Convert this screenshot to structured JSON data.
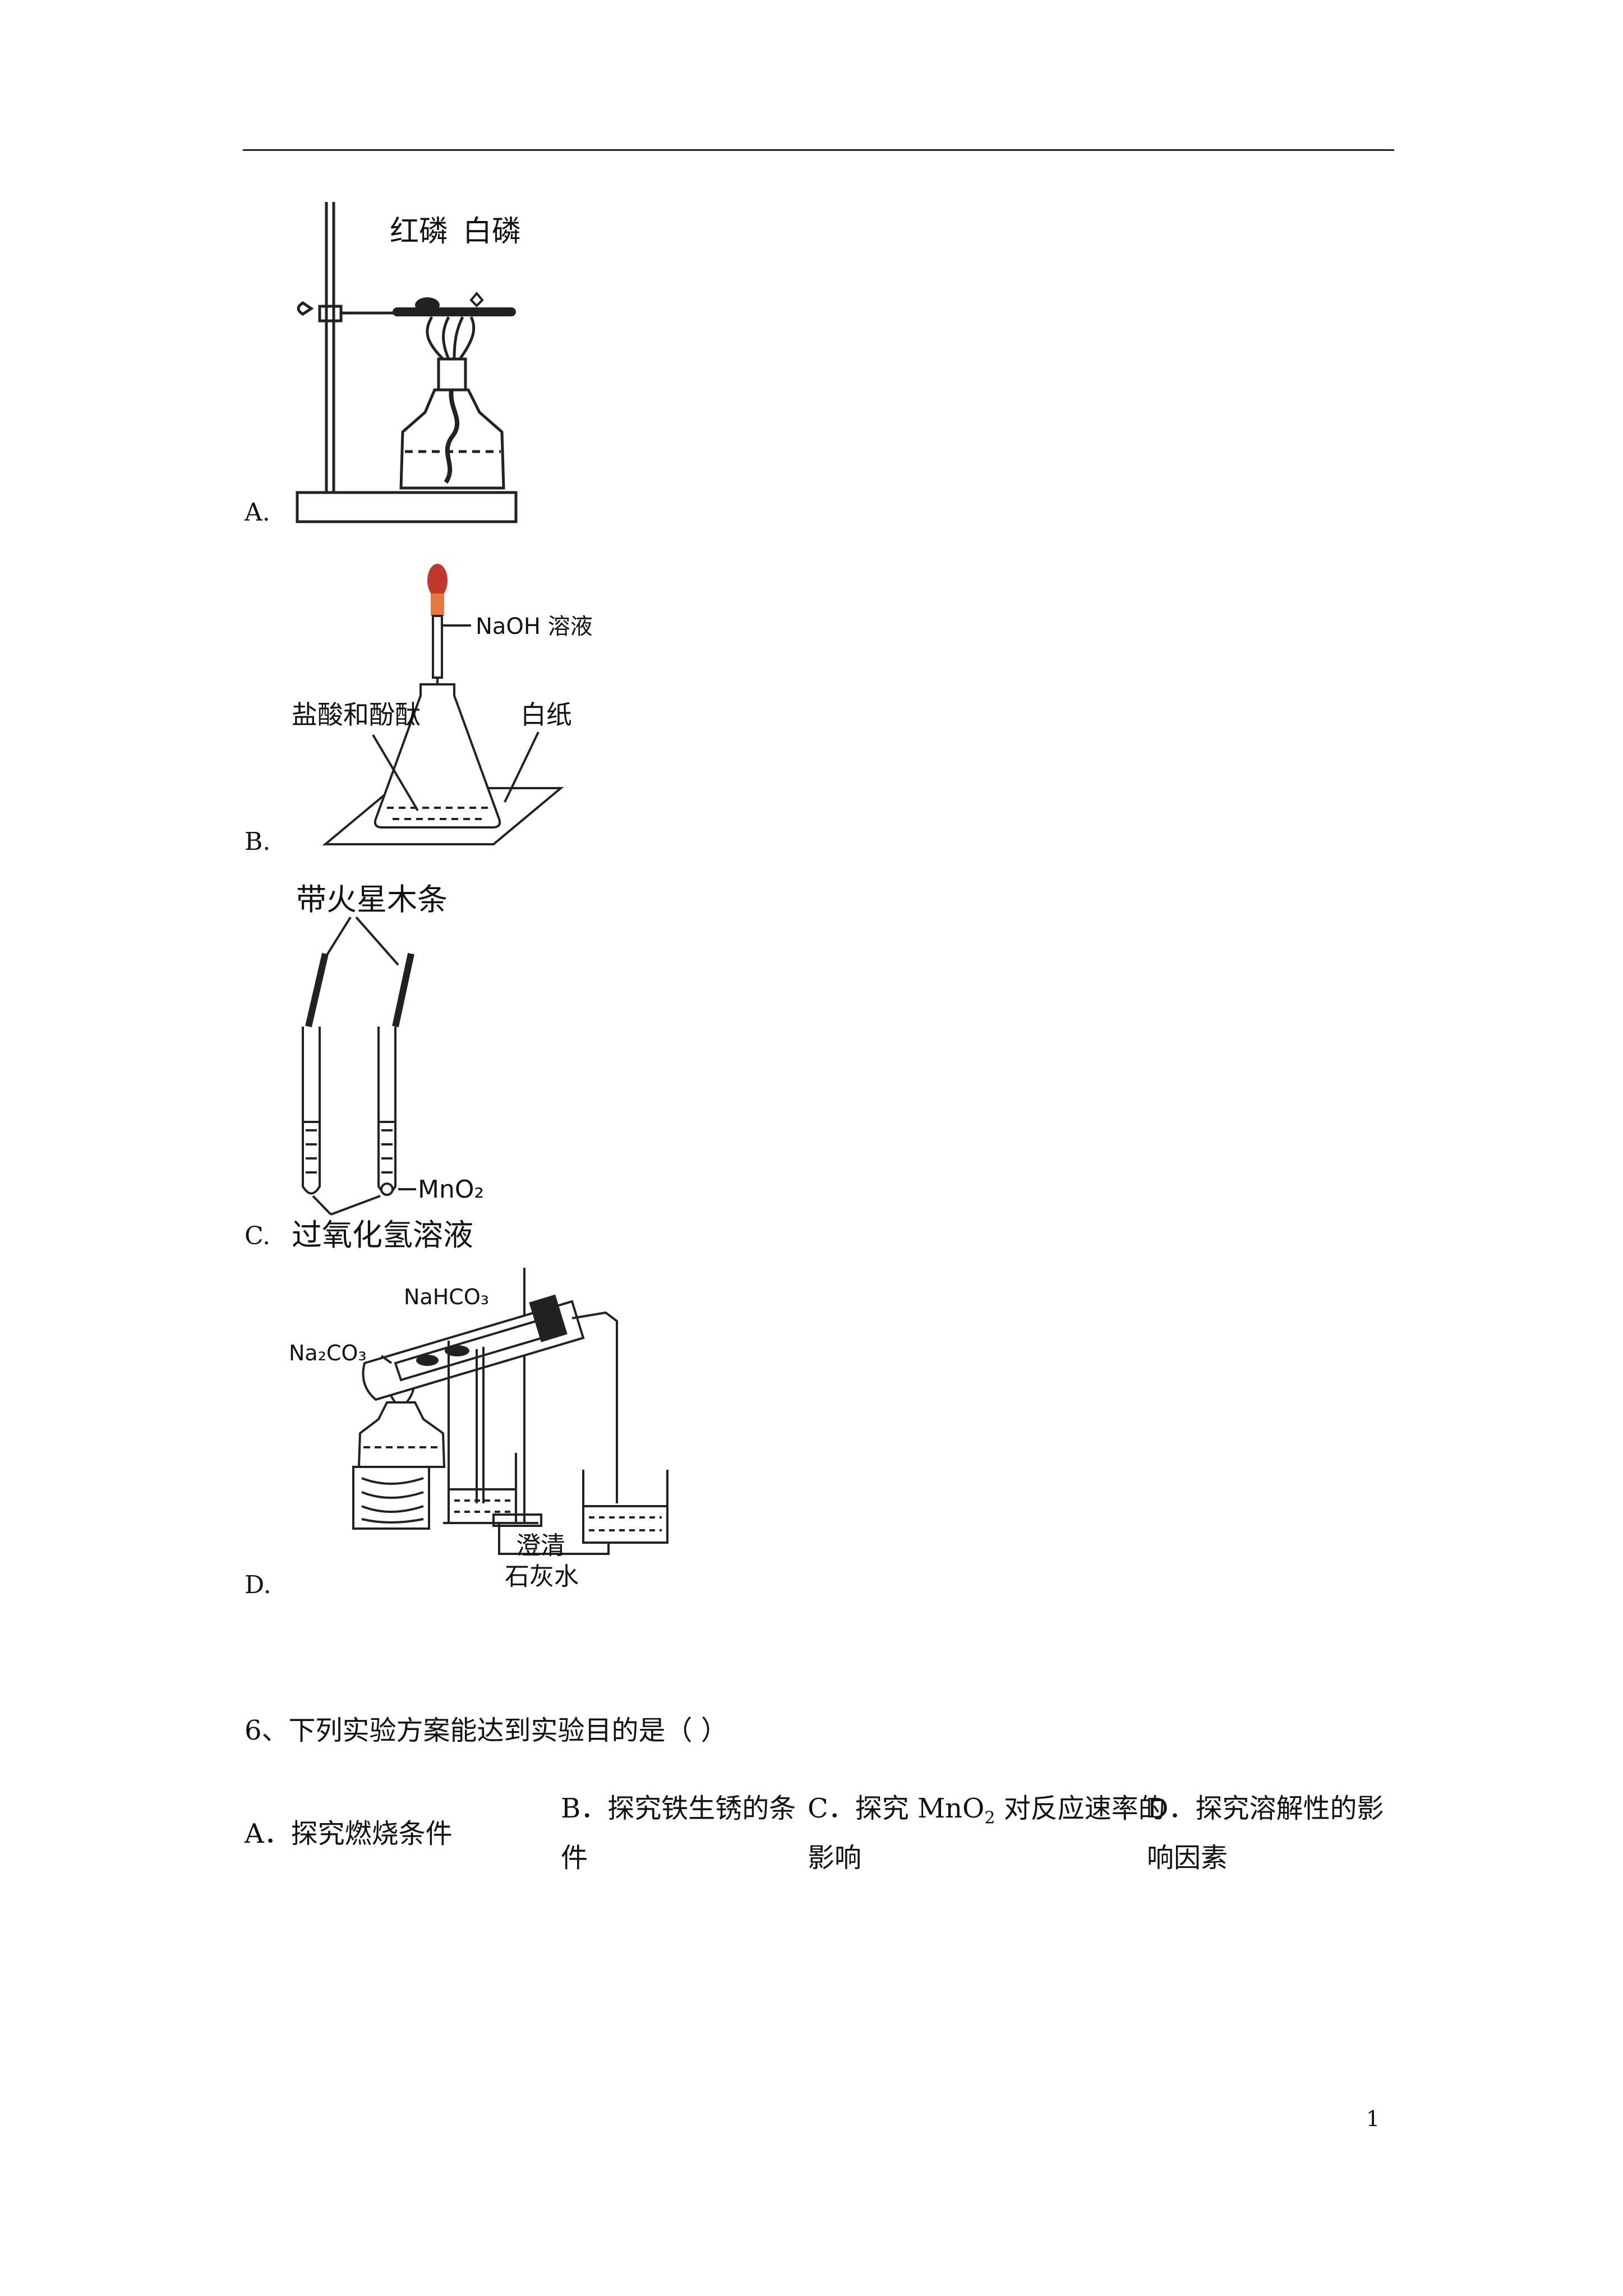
{
  "page": {
    "number": "1"
  },
  "figures": {
    "A": {
      "letter": "A.",
      "labels": {
        "red_p": "红磷",
        "white_p": "白磷"
      }
    },
    "B": {
      "letter": "B.",
      "labels": {
        "naoh": "NaOH 溶液",
        "acid": "盐酸和酚酞",
        "paper": "白纸"
      }
    },
    "C": {
      "letter": "C.",
      "labels": {
        "splint": "带火星木条",
        "mno2": "MnO₂",
        "h2o2": "过氧化氢溶液"
      }
    },
    "D": {
      "letter": "D.",
      "labels": {
        "nahco3": "NaHCO₃",
        "na2co3": "Na₂CO₃",
        "limewater1": "澄清",
        "limewater2": "石灰水"
      }
    }
  },
  "question6": {
    "stem": "6、下列实验方案能达到实验目的是（ ）",
    "options": {
      "A": "A．探究燃烧条件",
      "B_line1": "B．探究铁生锈的条",
      "B_line2": "件",
      "C_line1a": "C．探究 MnO",
      "C_sub": "2",
      "C_line1b": " 对反应速率的",
      "C_line2": "影响",
      "D_line1": "D．探究溶解性的影",
      "D_line2": "响因素"
    }
  }
}
